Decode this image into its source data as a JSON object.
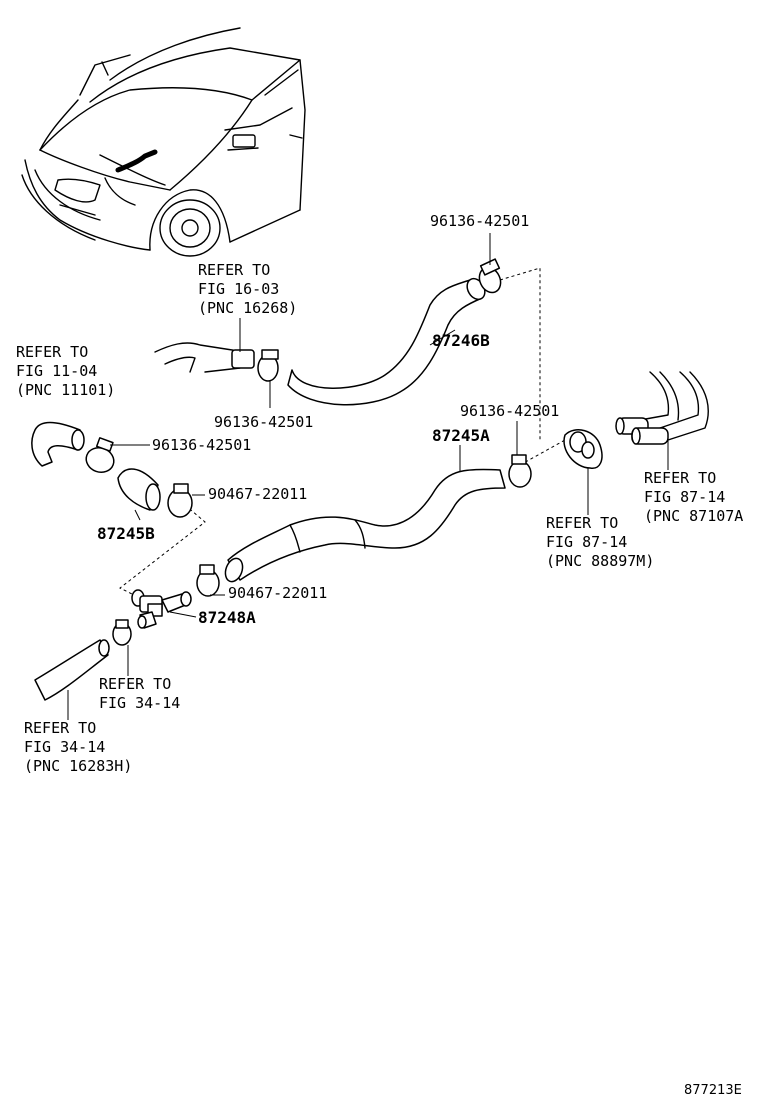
{
  "labels": {
    "refer_fig_16_03": [
      "REFER TO",
      "FIG 16-03",
      "(PNC 16268)"
    ],
    "refer_fig_11_04": [
      "REFER TO",
      "FIG 11-04",
      "(PNC 11101)"
    ],
    "refer_fig_87_14_a": [
      "REFER TO",
      "FIG 87-14",
      "(PNC 88897M)"
    ],
    "refer_fig_87_14_b": [
      "REFER TO",
      "FIG 87-14",
      "(PNC 87107A"
    ],
    "refer_fig_34_14_a": [
      "REFER TO",
      "FIG 34-14"
    ],
    "refer_fig_34_14_b": [
      "REFER TO",
      "FIG 34-14",
      "(PNC 16283H)"
    ]
  },
  "part_numbers": {
    "clamp_top": "96136-42501",
    "hose_87246b": "87246B",
    "clamp_mid": "96136-42501",
    "clamp_left": "96136-42501",
    "clamp_right": "96136-42501",
    "hose_87245a": "87245A",
    "clamp_90467_a": "90467-22011",
    "hose_87245b": "87245B",
    "clamp_90467_b": "90467-22011",
    "valve_87248a": "87248A"
  },
  "figure_code": "877213E"
}
